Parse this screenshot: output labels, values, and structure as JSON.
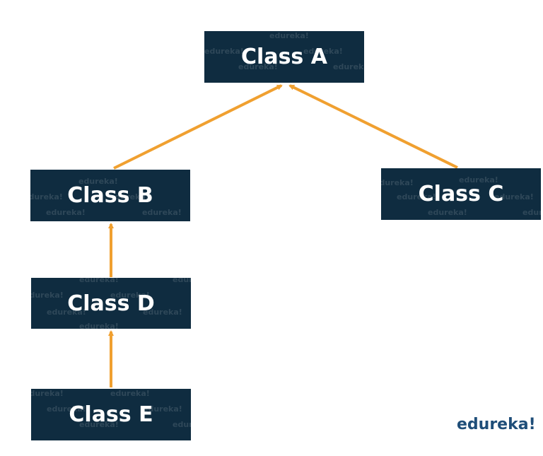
{
  "diagram": {
    "nodes": [
      {
        "id": "a",
        "label": "Class A"
      },
      {
        "id": "b",
        "label": "Class B"
      },
      {
        "id": "c",
        "label": "Class C"
      },
      {
        "id": "d",
        "label": "Class D"
      },
      {
        "id": "e",
        "label": "Class E"
      }
    ],
    "edges": [
      {
        "from": "b",
        "to": "a"
      },
      {
        "from": "c",
        "to": "a"
      },
      {
        "from": "d",
        "to": "b"
      },
      {
        "from": "e",
        "to": "d"
      }
    ],
    "watermark_text": "edureka!"
  },
  "logo": {
    "text": "edureka!"
  },
  "colors": {
    "node_fill": "#0f2c40",
    "node_text": "#ffffff",
    "arrow": "#f0a030",
    "logo": "#1f4e79"
  }
}
